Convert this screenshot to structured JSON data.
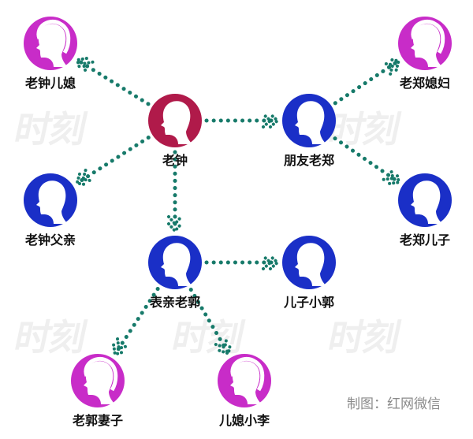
{
  "credit": "制图：红网微信",
  "colors": {
    "male": "#1a2fc7",
    "female": "#c82cc8",
    "center": "#b01a4a",
    "arrow": "#177a6a",
    "label": "#111111"
  },
  "nodes": [
    {
      "id": "zhong_daughter_in_law",
      "label": "老钟儿媳",
      "gender": "female"
    },
    {
      "id": "zhong",
      "label": "老钟",
      "gender": "center"
    },
    {
      "id": "zhong_father",
      "label": "老钟父亲",
      "gender": "male"
    },
    {
      "id": "friend_zheng",
      "label": "朋友老郑",
      "gender": "male"
    },
    {
      "id": "zheng_daughter_in_law",
      "label": "老郑媳妇",
      "gender": "female"
    },
    {
      "id": "zheng_son",
      "label": "老郑儿子",
      "gender": "male"
    },
    {
      "id": "cousin_guo",
      "label": "表亲老郭",
      "gender": "male"
    },
    {
      "id": "son_xiaoguo",
      "label": "儿子小郭",
      "gender": "male"
    },
    {
      "id": "guo_wife",
      "label": "老郭妻子",
      "gender": "female"
    },
    {
      "id": "daughter_in_law_xiaoli",
      "label": "儿媳小李",
      "gender": "female"
    }
  ],
  "edges": [
    {
      "from": "zhong",
      "to": "zhong_daughter_in_law"
    },
    {
      "from": "zhong",
      "to": "zhong_father"
    },
    {
      "from": "zhong",
      "to": "friend_zheng"
    },
    {
      "from": "zhong",
      "to": "cousin_guo"
    },
    {
      "from": "friend_zheng",
      "to": "zheng_daughter_in_law"
    },
    {
      "from": "friend_zheng",
      "to": "zheng_son"
    },
    {
      "from": "cousin_guo",
      "to": "son_xiaoguo"
    },
    {
      "from": "cousin_guo",
      "to": "guo_wife"
    },
    {
      "from": "cousin_guo",
      "to": "daughter_in_law_xiaoli"
    }
  ]
}
